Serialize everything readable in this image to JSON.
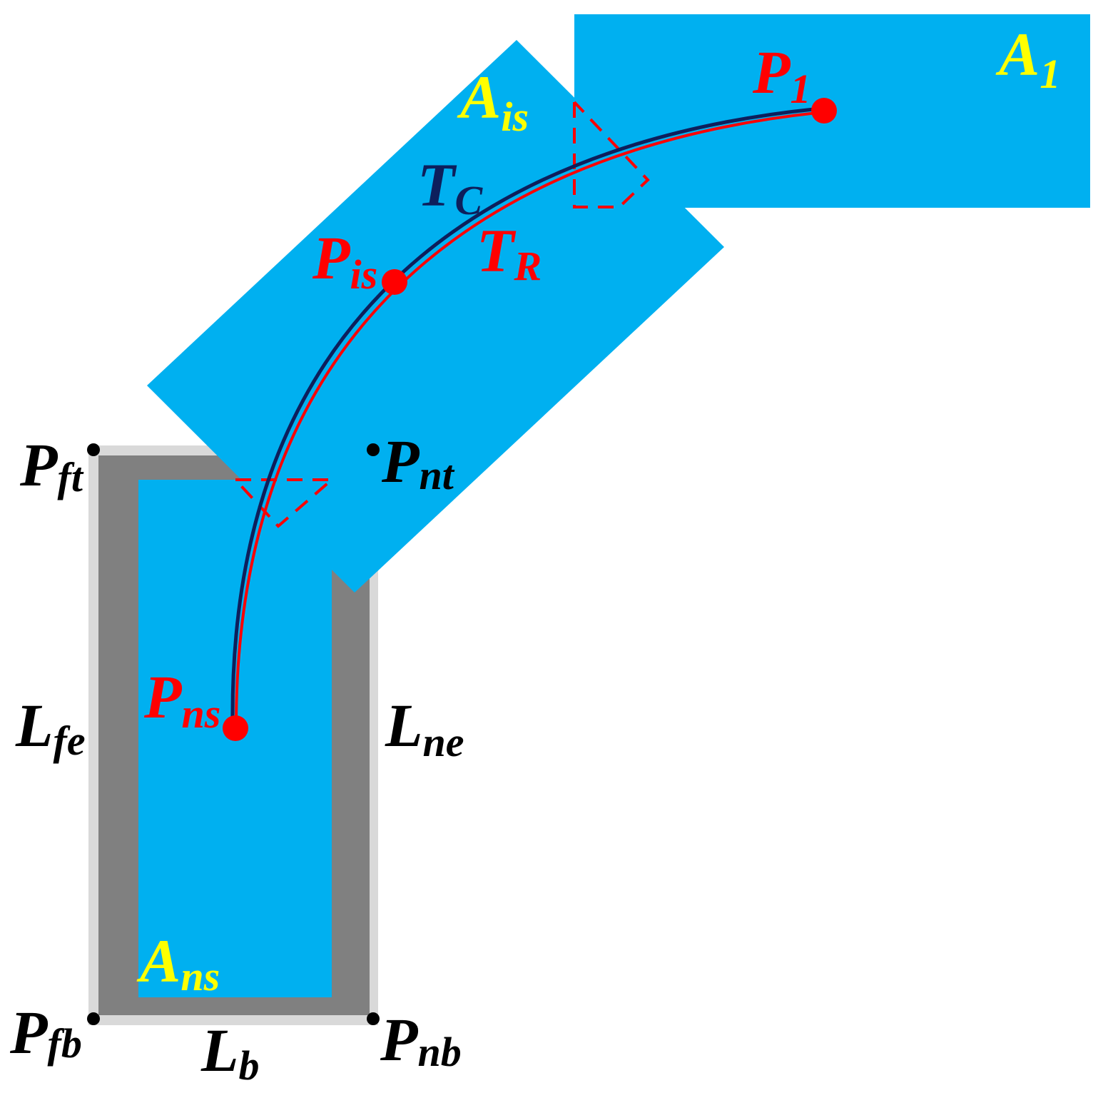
{
  "colors": {
    "region_blue": "#00b0f0",
    "wall_dark": "#808080",
    "wall_light": "#d9d9d9",
    "trajectory_red": "#ff0000",
    "trajectory_navy": "#0d1f5c",
    "area_label": "#ffff00",
    "point_label": "#ff0000",
    "corner_label": "#000000"
  },
  "labels": {
    "A1": {
      "main": "A",
      "sub": "1"
    },
    "Ais": {
      "main": "A",
      "sub": "is"
    },
    "Ans": {
      "main": "A",
      "sub": "ns"
    },
    "P1": {
      "main": "P",
      "sub": "1"
    },
    "Pis": {
      "main": "P",
      "sub": "is"
    },
    "Pns": {
      "main": "P",
      "sub": "ns"
    },
    "TC": {
      "main": "T",
      "sub": "C"
    },
    "TR": {
      "main": "T",
      "sub": "R"
    },
    "Pft": {
      "main": "P",
      "sub": "ft"
    },
    "Pnt": {
      "main": "P",
      "sub": "nt"
    },
    "Pfb": {
      "main": "P",
      "sub": "fb"
    },
    "Pnb": {
      "main": "P",
      "sub": "nb"
    },
    "Lfe": {
      "main": "L",
      "sub": "fe"
    },
    "Lne": {
      "main": "L",
      "sub": "ne"
    },
    "Lb": {
      "main": "L",
      "sub": "b"
    }
  }
}
